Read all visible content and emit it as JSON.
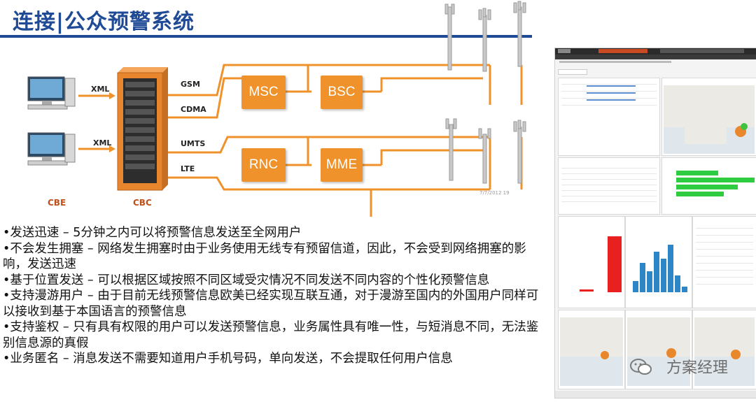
{
  "title": "连接|公众预警系统",
  "diagram": {
    "doc_labels": [
      "XML",
      "XML"
    ],
    "devices": {
      "cbe": "CBE",
      "cbc": "CBC"
    },
    "net_labels": [
      "GSM",
      "CDMA",
      "UMTS",
      "LTE"
    ],
    "nodes": [
      "MSC",
      "BSC",
      "RNC",
      "MME"
    ],
    "footnote": "7/7/2012     19",
    "colors": {
      "node_fill": "#f0922b",
      "link_line": "#f0922b",
      "title": "#1f4a96"
    }
  },
  "bullets": [
    "•发送迅速 – 5分钟之内可以将预警信息发送至全网用户",
    "•不会发生拥塞 – 网络发生拥塞时由于业务使用无线专有预留信道，因此，不会受到网络拥塞的影响，发送迅速",
    "•基于位置发送 – 可以根据区域按照不同区域受灾情况不同发送不同内容的个性化预警信息",
    "•支持漫游用户 – 由于目前无线预警信息欧美已经实现互联互通，对于漫游至国内的外国用户同样可以接收到基于本国语言的预警信息",
    "•支持鉴权 – 只有具有权限的用户可以发送预警信息，业务属性具有唯一性，与短消息不同，无法鉴别信息源的真假",
    "•业务匿名 – 消息发送不需要知道用户手机号码，单向发送，不会提取任何用户信息"
  ],
  "watermark": "方案经理",
  "dashboard": {
    "colors": {
      "topbar": "#2b2b2b",
      "accent": "#c84b23",
      "bar_green": "#2ecc40",
      "bar_red": "#e82020",
      "bar_blue": "#2f86c6",
      "map_blob": "#e8872b"
    }
  }
}
